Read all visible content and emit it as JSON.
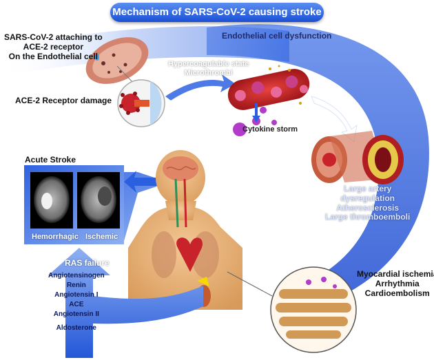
{
  "title": "Mechanism of SARS-CoV-2 causing stroke",
  "attach": {
    "line1": "SARS-CoV-2 attaching to",
    "line2": "ACE-2 receptor",
    "line3": "On the Endothelial cell"
  },
  "ace2_damage": "ACE-2 Receptor damage",
  "endothelial": "Endothelial cell dysfunction",
  "hypercoag": {
    "line1": "Hypercoagulable state",
    "line2": "Microthrombi"
  },
  "cytokine": "Cytokine storm",
  "acute_stroke": "Acute Stroke",
  "hemorrhagic": "Hemorrhagic",
  "ischemic": "Ischemic",
  "large_artery": {
    "line1": "Large artery",
    "line2": "dysregulation",
    "line3": "Atherosclerosis",
    "line4": "Large thromboemboli"
  },
  "cardiac": {
    "line1": "Myocardial ischemia",
    "line2": "Arrhythmia",
    "line3": "Cardioembolism"
  },
  "ras": {
    "heading": "RAS failure",
    "items": [
      "Angiotensinogen",
      "Renin",
      "Angiotensin I",
      "ACE",
      "Angiotensin II",
      "Aldosterone"
    ]
  },
  "colors": {
    "arrow_blue": "#2a5fe0",
    "title_blue": "#1a4fd6",
    "vessel_red": "#c8232a",
    "skin": "#e9b27a"
  }
}
